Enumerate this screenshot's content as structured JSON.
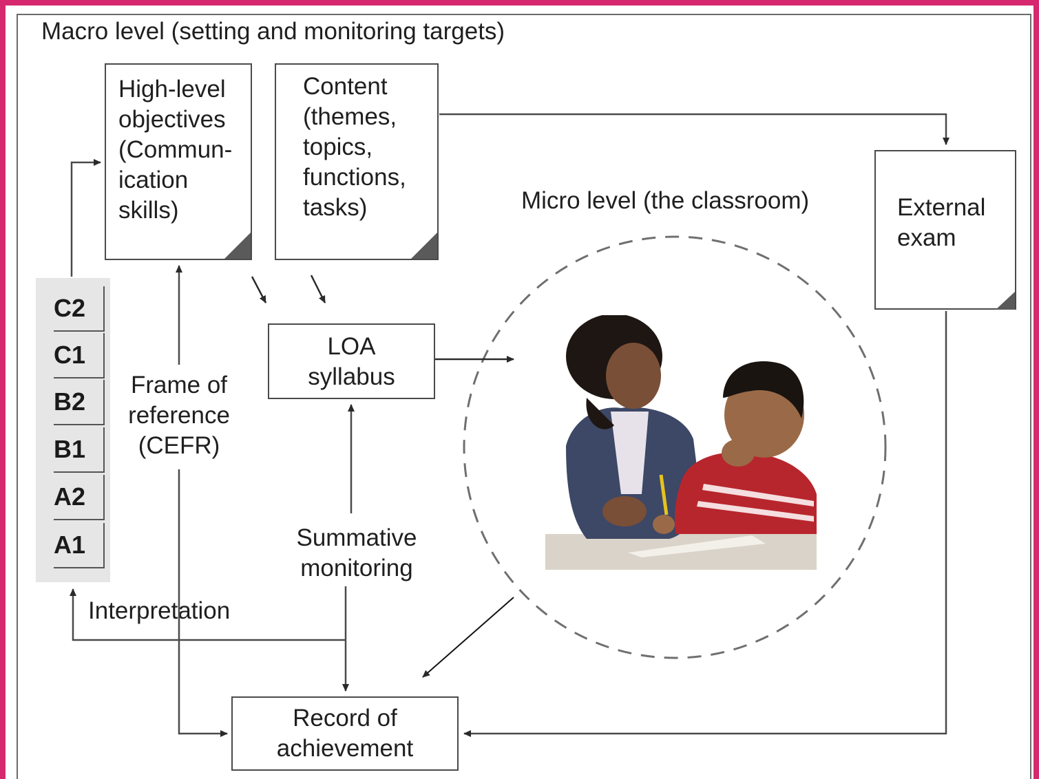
{
  "macro_label": "Macro level (setting and monitoring targets)",
  "micro_label": "Micro level (the classroom)",
  "objectives_text": "High-level\nobjectives\n(Commun-\nication\nskills)",
  "content_text": "Content\n(themes,\ntopics,\nfunctions,\ntasks)",
  "external_exam_text": "External\nexam",
  "loa_syllabus_text": "LOA\nsyllabus",
  "frame_of_reference_text": "Frame of\nreference\n(CEFR)",
  "summative_text": "Summative\nmonitoring",
  "interpretation_text": "Interpretation",
  "record_text": "Record of\nachievement",
  "levels": [
    "C2",
    "C1",
    "B2",
    "B1",
    "A2",
    "A1"
  ],
  "colors": {
    "frame_accent": "#d6286e",
    "line": "#4a4a4a",
    "scale_bg": "#e6e6e6"
  }
}
